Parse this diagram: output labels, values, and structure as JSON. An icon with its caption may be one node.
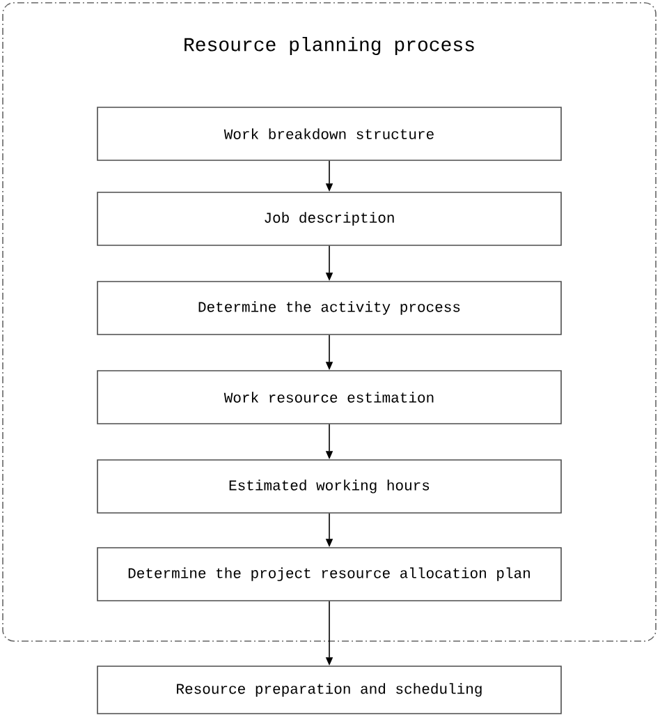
{
  "diagram": {
    "nodes": [
      {
        "text": [
          "Resource planning process"
        ]
      },
      {
        "text": [
          "Work breakdown structure"
        ],
        "in": 0
      },
      {
        "text": [
          "Job description"
        ],
        "in": 0
      },
      {
        "text": [
          "Determine the activity process"
        ],
        "in": 0
      },
      {
        "text": [
          "Work resource estimation"
        ],
        "in": 0
      },
      {
        "text": [
          "Estimated working hours"
        ],
        "in": 0
      },
      {
        "text": [
          "Determine the project resource allocation plan"
        ],
        "in": 0
      },
      {
        "text": [
          "Resource preparation and scheduling"
        ]
      }
    ],
    "edges": [
      {
        "from": 1,
        "to": 2,
        "arrow": "to"
      },
      {
        "from": 2,
        "to": 3,
        "arrow": "to"
      },
      {
        "from": 3,
        "to": 4,
        "arrow": "to"
      },
      {
        "from": 4,
        "to": 5,
        "arrow": "to"
      },
      {
        "from": 5,
        "to": 6,
        "arrow": "to"
      },
      {
        "from": 6,
        "to": 7,
        "arrow": "to"
      }
    ]
  }
}
